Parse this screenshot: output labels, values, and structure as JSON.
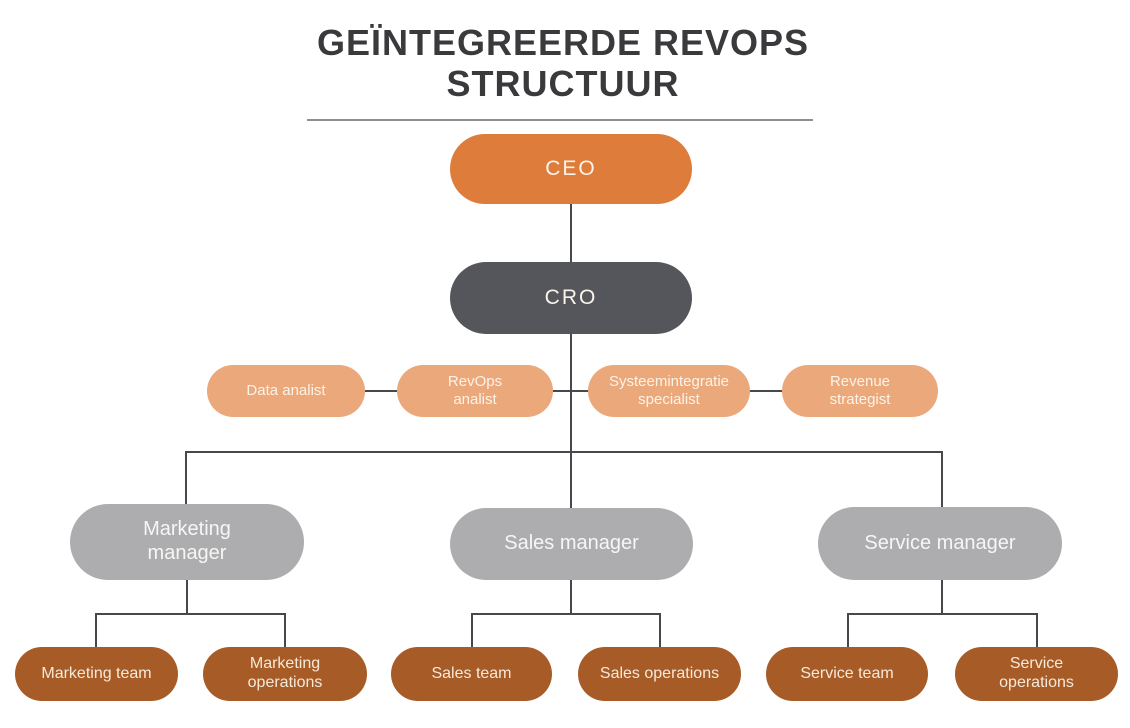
{
  "title": {
    "line1": "GEÏNTEGREERDE REVOPS",
    "line2": "STRUCTUUR"
  },
  "org": {
    "ceo": {
      "label": "CEO"
    },
    "cro": {
      "label": "CRO"
    },
    "cro_staff": [
      {
        "label": "Data analist"
      },
      {
        "label": "RevOps analist"
      },
      {
        "label": "Systeemintegratie specialist"
      },
      {
        "label": "Revenue strategist"
      }
    ],
    "managers": [
      {
        "label": "Marketing manager",
        "reports": [
          {
            "label": "Marketing team"
          },
          {
            "label": "Marketing operations"
          }
        ]
      },
      {
        "label": "Sales manager",
        "reports": [
          {
            "label": "Sales team"
          },
          {
            "label": "Sales operations"
          }
        ]
      },
      {
        "label": "Service manager",
        "reports": [
          {
            "label": "Service team"
          },
          {
            "label": "Service operations"
          }
        ]
      }
    ]
  },
  "colors": {
    "ceo_fill": "#DE7D3B",
    "cro_fill": "#54565C",
    "specialist_fill": "#EBA87A",
    "manager_fill": "#ADADAF",
    "team_fill": "#A75C28",
    "connector": "#47484B",
    "title_text": "#3A3A3D",
    "title_underline": "#8E8E8E"
  }
}
